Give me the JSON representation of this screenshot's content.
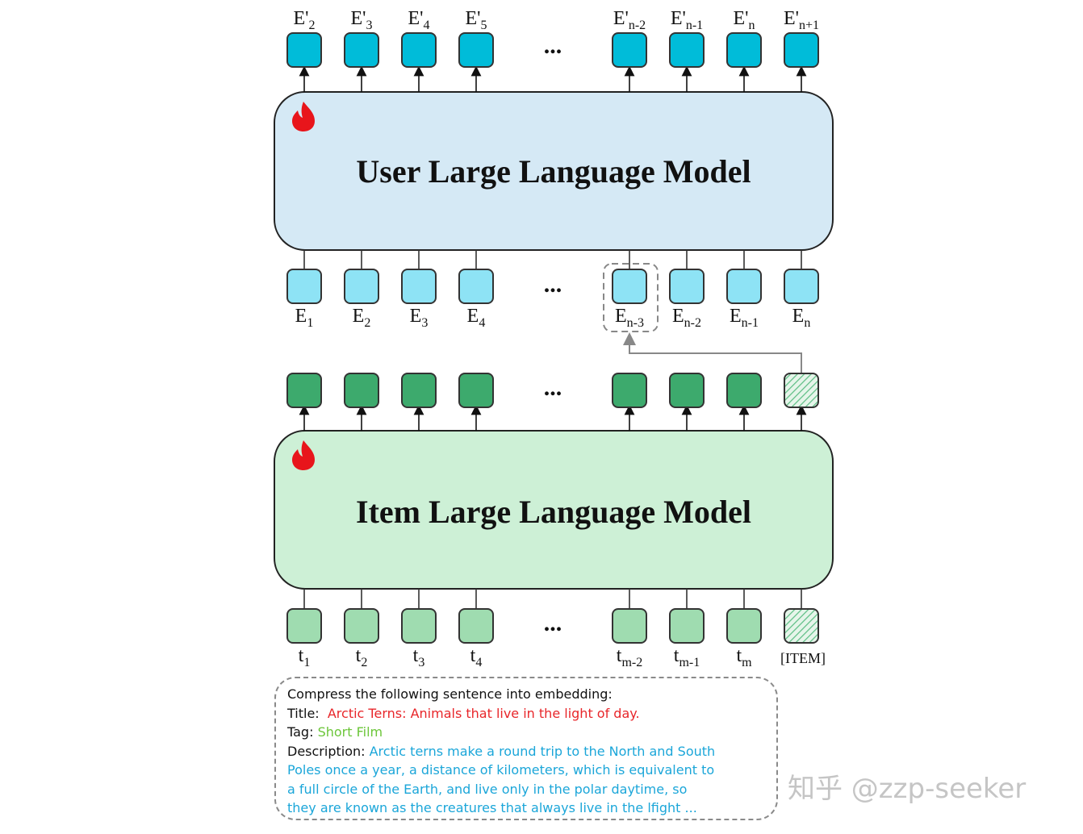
{
  "user_model": {
    "title": "User Large Language Model",
    "fill": "#d5e9f5",
    "outputs": [
      {
        "base": "E'",
        "sub": "2"
      },
      {
        "base": "E'",
        "sub": "3"
      },
      {
        "base": "E'",
        "sub": "4"
      },
      {
        "base": "E'",
        "sub": "5"
      },
      {
        "base": "E'",
        "sub": "n-2"
      },
      {
        "base": "E'",
        "sub": "n-1"
      },
      {
        "base": "E'",
        "sub": "n"
      },
      {
        "base": "E'",
        "sub": "n+1"
      }
    ],
    "inputs": [
      {
        "base": "E",
        "sub": "1"
      },
      {
        "base": "E",
        "sub": "2"
      },
      {
        "base": "E",
        "sub": "3"
      },
      {
        "base": "E",
        "sub": "4"
      },
      {
        "base": "E",
        "sub": "n-3"
      },
      {
        "base": "E",
        "sub": "n-2"
      },
      {
        "base": "E",
        "sub": "n-1"
      },
      {
        "base": "E",
        "sub": "n"
      }
    ],
    "output_color": "#00bcd9",
    "input_color": "#8ee3f5"
  },
  "item_model": {
    "title": "Item Large Language Model",
    "fill": "#cdf0d6",
    "output_color": "#3daa6d",
    "input_color": "#9fdcb0",
    "inputs": [
      {
        "base": "t",
        "sub": "1"
      },
      {
        "base": "t",
        "sub": "2"
      },
      {
        "base": "t",
        "sub": "3"
      },
      {
        "base": "t",
        "sub": "4"
      },
      {
        "base": "t",
        "sub": "m-2"
      },
      {
        "base": "t",
        "sub": "m-1"
      },
      {
        "base": "t",
        "sub": "m"
      }
    ],
    "item_token": "[ITEM]"
  },
  "ellipsis": "...",
  "prompt": {
    "intro": "Compress the following sentence into embedding:",
    "title_label": "Title:",
    "title_value": "Arctic Terns: Animals that live in the light of day.",
    "tag_label": "Tag:",
    "tag_value": "Short Film",
    "desc_label": "Description:",
    "desc_lines": [
      "Arctic terns make a round trip to the North and South",
      "Poles once a year, a distance of kilometers, which is equivalent to",
      "a full circle of the Earth, and live only in the polar daytime, so",
      "they are known as the creatures that always live in the lfight ..."
    ]
  },
  "watermark": "知乎 @zzp-seeker",
  "colors": {
    "flame": "#e8151b",
    "outline": "#333333",
    "connector": "#888888"
  }
}
